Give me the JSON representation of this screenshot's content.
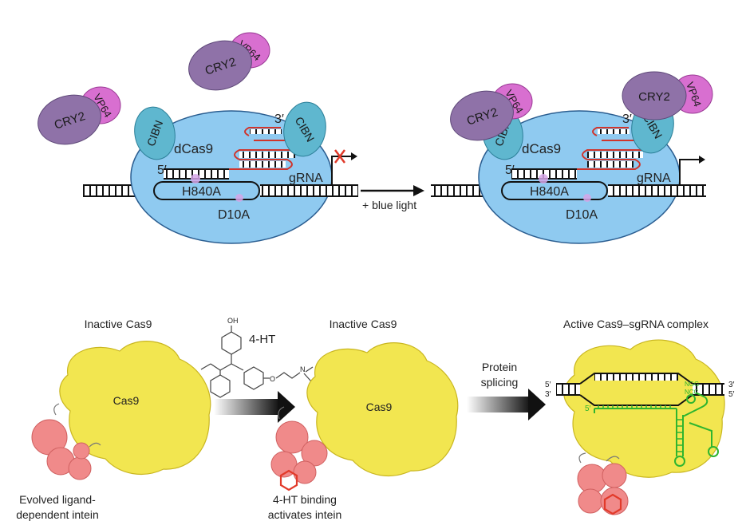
{
  "panel_top": {
    "proteins": {
      "cry2": "CRY2",
      "vp64": "VP64",
      "cibn": "CIBN",
      "dcas9": "dCas9",
      "grna": "gRNA",
      "h840a": "H840A",
      "d10a": "D10A",
      "five_prime": "5′",
      "three_prime": "3′"
    },
    "arrow_label": "+ blue light"
  },
  "panel_bottom": {
    "left_title": "Inactive Cas9",
    "middle_title": "Inactive Cas9",
    "right_title": "Active Cas9–sgRNA complex",
    "cas9_label": "Cas9",
    "ligand_label": "4-HT",
    "left_caption_line1": "Evolved ligand-",
    "left_caption_line2": "dependent intein",
    "middle_caption_line1": "4-HT binding",
    "middle_caption_line2": "activates intein",
    "splicing_line1": "Protein",
    "splicing_line2": "splicing",
    "pam_top": "NGG",
    "pam_bottom": "NCC",
    "five_prime": "5′",
    "three_prime": "3′"
  },
  "colors": {
    "cry2": "#8f72a8",
    "vp64": "#d86fd0",
    "cibn": "#5fb7cf",
    "dcas9": "#8fcaf0",
    "cas9": "#f2e650",
    "intein": "#f08a8a",
    "grna_outline": "#d0342c",
    "sgrna": "#2fb52f"
  }
}
